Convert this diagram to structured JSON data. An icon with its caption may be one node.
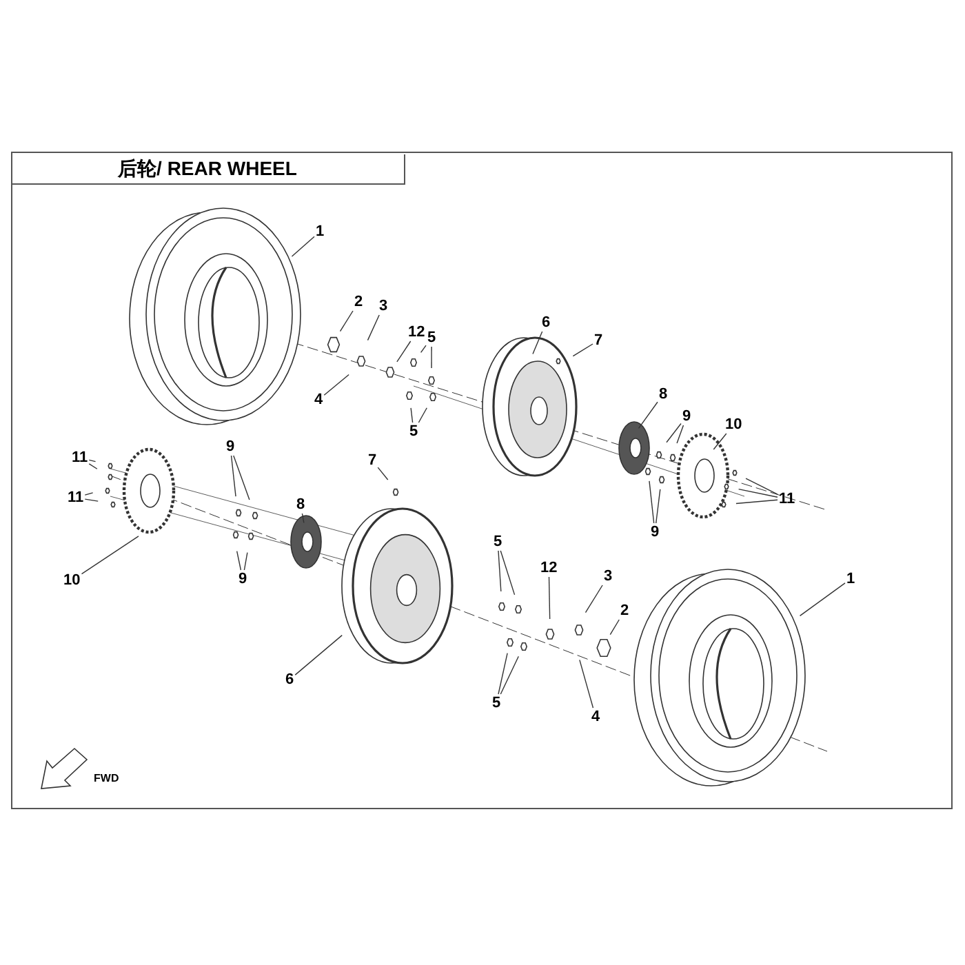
{
  "diagram": {
    "title": "后轮/ REAR WHEEL",
    "nodes": [
      {
        "text": [
          "1"
        ]
      },
      {
        "text": [
          "2"
        ]
      },
      {
        "text": [
          "3"
        ]
      },
      {
        "text": [
          "4"
        ]
      },
      {
        "text": [
          "12"
        ]
      },
      {
        "text": [
          "5"
        ]
      },
      {
        "text": [
          "5"
        ]
      },
      {
        "text": [
          "6"
        ]
      },
      {
        "text": [
          "7"
        ]
      },
      {
        "text": [
          "8"
        ]
      },
      {
        "text": [
          "9"
        ]
      },
      {
        "text": [
          "10"
        ]
      },
      {
        "text": [
          "11"
        ]
      },
      {
        "text": [
          "9"
        ]
      },
      {
        "text": [
          "11"
        ]
      },
      {
        "text": [
          "11"
        ]
      },
      {
        "text": [
          "9"
        ]
      },
      {
        "text": [
          "8"
        ]
      },
      {
        "text": [
          "7"
        ]
      },
      {
        "text": [
          "10"
        ]
      },
      {
        "text": [
          "9"
        ]
      },
      {
        "text": [
          "6"
        ]
      },
      {
        "text": [
          "5"
        ]
      },
      {
        "text": [
          "5"
        ]
      },
      {
        "text": [
          "12"
        ]
      },
      {
        "text": [
          "3"
        ]
      },
      {
        "text": [
          "2"
        ]
      },
      {
        "text": [
          "4"
        ]
      },
      {
        "text": [
          "1"
        ]
      }
    ],
    "edges": [
      {
        "from": 0,
        "to": null,
        "arrow": "none"
      },
      {
        "from": 1,
        "to": null,
        "arrow": "none"
      },
      {
        "from": 2,
        "to": null,
        "arrow": "none"
      },
      {
        "from": 3,
        "to": null,
        "arrow": "none"
      },
      {
        "from": 4,
        "to": null,
        "arrow": "none"
      },
      {
        "from": 5,
        "to": null,
        "arrow": "none"
      },
      {
        "from": 5,
        "to": null,
        "arrow": "none"
      },
      {
        "from": 6,
        "to": null,
        "arrow": "none"
      },
      {
        "from": 6,
        "to": null,
        "arrow": "none"
      },
      {
        "from": 7,
        "to": null,
        "arrow": "none"
      },
      {
        "from": 8,
        "to": null,
        "arrow": "none"
      },
      {
        "from": 9,
        "to": null,
        "arrow": "none"
      },
      {
        "from": 10,
        "to": null,
        "arrow": "none"
      },
      {
        "from": 10,
        "to": null,
        "arrow": "none"
      },
      {
        "from": 11,
        "to": null,
        "arrow": "none"
      },
      {
        "from": 12,
        "to": null,
        "arrow": "none"
      },
      {
        "from": 12,
        "to": null,
        "arrow": "none"
      },
      {
        "from": 12,
        "to": null,
        "arrow": "none"
      },
      {
        "from": 13,
        "to": null,
        "arrow": "none"
      },
      {
        "from": 13,
        "to": null,
        "arrow": "none"
      },
      {
        "from": 14,
        "to": null,
        "arrow": "none"
      },
      {
        "from": 14,
        "to": null,
        "arrow": "none"
      },
      {
        "from": 15,
        "to": null,
        "arrow": "none"
      },
      {
        "from": 15,
        "to": null,
        "arrow": "none"
      },
      {
        "from": 16,
        "to": null,
        "arrow": "none"
      },
      {
        "from": 16,
        "to": null,
        "arrow": "none"
      },
      {
        "from": 17,
        "to": null,
        "arrow": "none"
      },
      {
        "from": 18,
        "to": null,
        "arrow": "none"
      },
      {
        "from": 19,
        "to": null,
        "arrow": "none"
      },
      {
        "from": 20,
        "to": null,
        "arrow": "none"
      },
      {
        "from": 20,
        "to": null,
        "arrow": "none"
      },
      {
        "from": 21,
        "to": null,
        "arrow": "none"
      },
      {
        "from": 22,
        "to": null,
        "arrow": "none"
      },
      {
        "from": 22,
        "to": null,
        "arrow": "none"
      },
      {
        "from": 23,
        "to": null,
        "arrow": "none"
      },
      {
        "from": 23,
        "to": null,
        "arrow": "none"
      },
      {
        "from": 24,
        "to": null,
        "arrow": "none"
      },
      {
        "from": 25,
        "to": null,
        "arrow": "none"
      },
      {
        "from": 26,
        "to": null,
        "arrow": "none"
      },
      {
        "from": 27,
        "to": null,
        "arrow": "none"
      },
      {
        "from": 28,
        "to": null,
        "arrow": "none"
      }
    ],
    "labels": [
      "FWD"
    ]
  }
}
